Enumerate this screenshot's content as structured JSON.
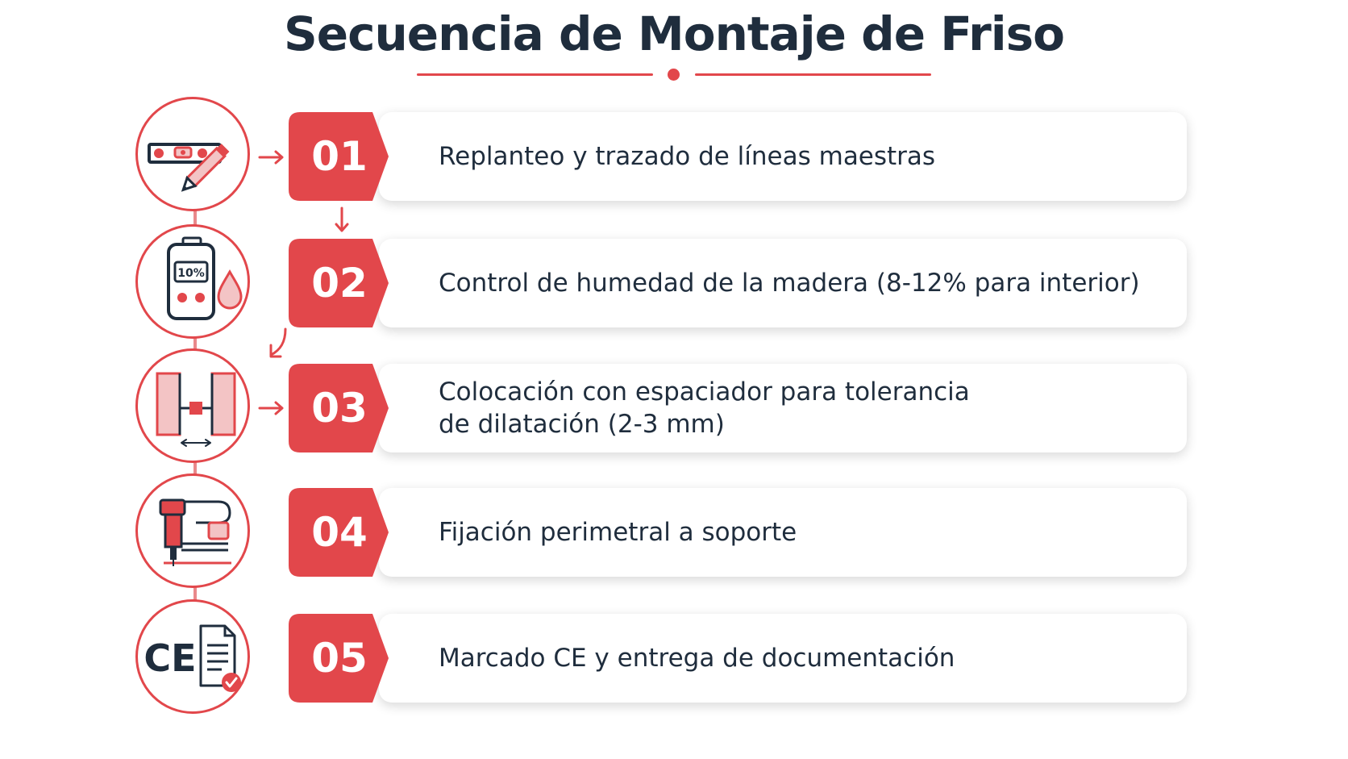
{
  "title": "Secuencia de Montaje de Friso",
  "colors": {
    "accent": "#e2474b",
    "accent_light": "#f3c4c5",
    "text_dark": "#1f2d3d",
    "card_bg": "#ffffff"
  },
  "steps": [
    {
      "number": "01",
      "text": "Replanteo y trazado de líneas maestras",
      "icon": "level-pencil-icon"
    },
    {
      "number": "02",
      "text": "Control de humedad de la madera (8-12% para interior)",
      "icon": "moisture-meter-icon",
      "meter_reading": "10%"
    },
    {
      "number": "03",
      "text": "Colocación con espaciador para tolerancia\nde dilatación (2-3 mm)",
      "icon": "spacer-icon"
    },
    {
      "number": "04",
      "text": "Fijación perimetral a soporte",
      "icon": "nail-gun-icon"
    },
    {
      "number": "05",
      "text": "Marcado CE y entrega de documentación",
      "icon": "ce-document-icon",
      "mark_label": "CE"
    }
  ]
}
